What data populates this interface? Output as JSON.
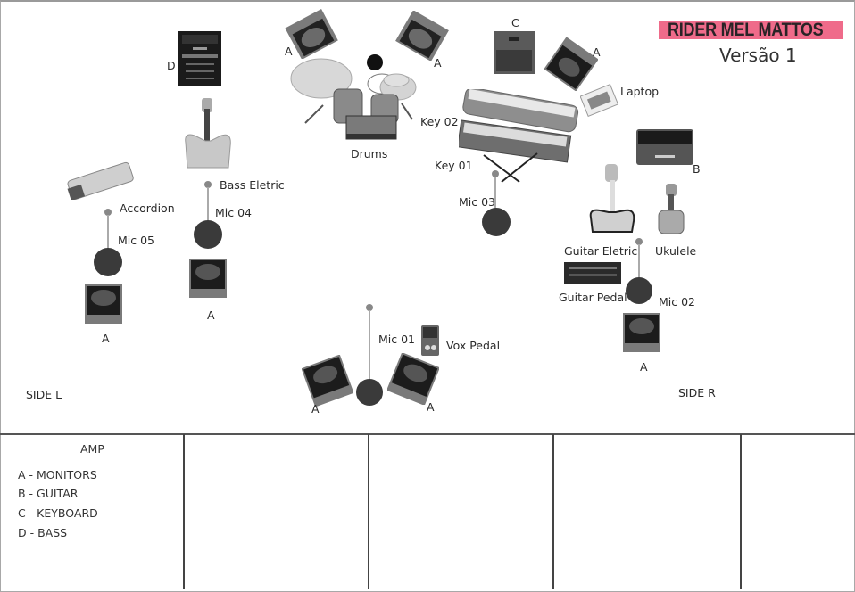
{
  "header": {
    "title": "RIDER MEL MATTOS",
    "version": "Versão 1",
    "title_band_color": "#ef6b8a"
  },
  "stage": {
    "side_left": "SIDE L",
    "side_right": "SIDE R",
    "labels": {
      "monitor": "A",
      "amp_guitar": "B",
      "amp_keyboard": "C",
      "amp_bass": "D",
      "drums": "Drums",
      "key01": "Key 01",
      "key02": "Key 02",
      "laptop": "Laptop",
      "bass": "Bass Eletric",
      "accordion": "Accordion",
      "guitar": "Guitar Eletric",
      "ukulele": "Ukulele",
      "guitar_pedal": "Guitar Pedal",
      "vox_pedal": "Vox Pedal",
      "mic01": "Mic 01",
      "mic02": "Mic 02",
      "mic03": "Mic 03",
      "mic04": "Mic 04",
      "mic05": "Mic 05"
    }
  },
  "legend": {
    "title": "AMP",
    "items": [
      "A - MONITORS",
      "B - GUITAR",
      "C - KEYBOARD",
      "D - BASS"
    ]
  }
}
